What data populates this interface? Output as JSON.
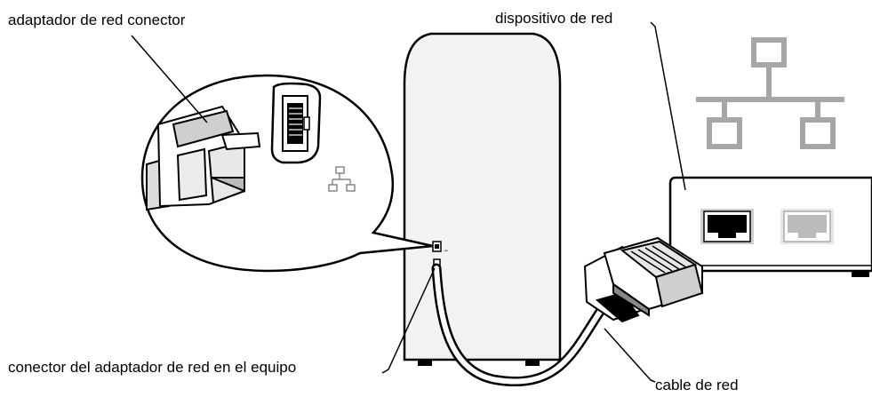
{
  "labels": {
    "adapter_connector": "adaptador de red conector",
    "network_device": "dispositivo de red",
    "pc_adapter_connector": "conector del adaptador de red en el equipo",
    "network_cable": "cable de red"
  },
  "colors": {
    "line": "#000000",
    "tower_fill": "#f2f2f2",
    "network_icon_gray": "#a6a6a6",
    "background": "#ffffff"
  },
  "icons": [
    "network-topology-icon",
    "rj45-plug-icon",
    "ethernet-port-icon"
  ]
}
